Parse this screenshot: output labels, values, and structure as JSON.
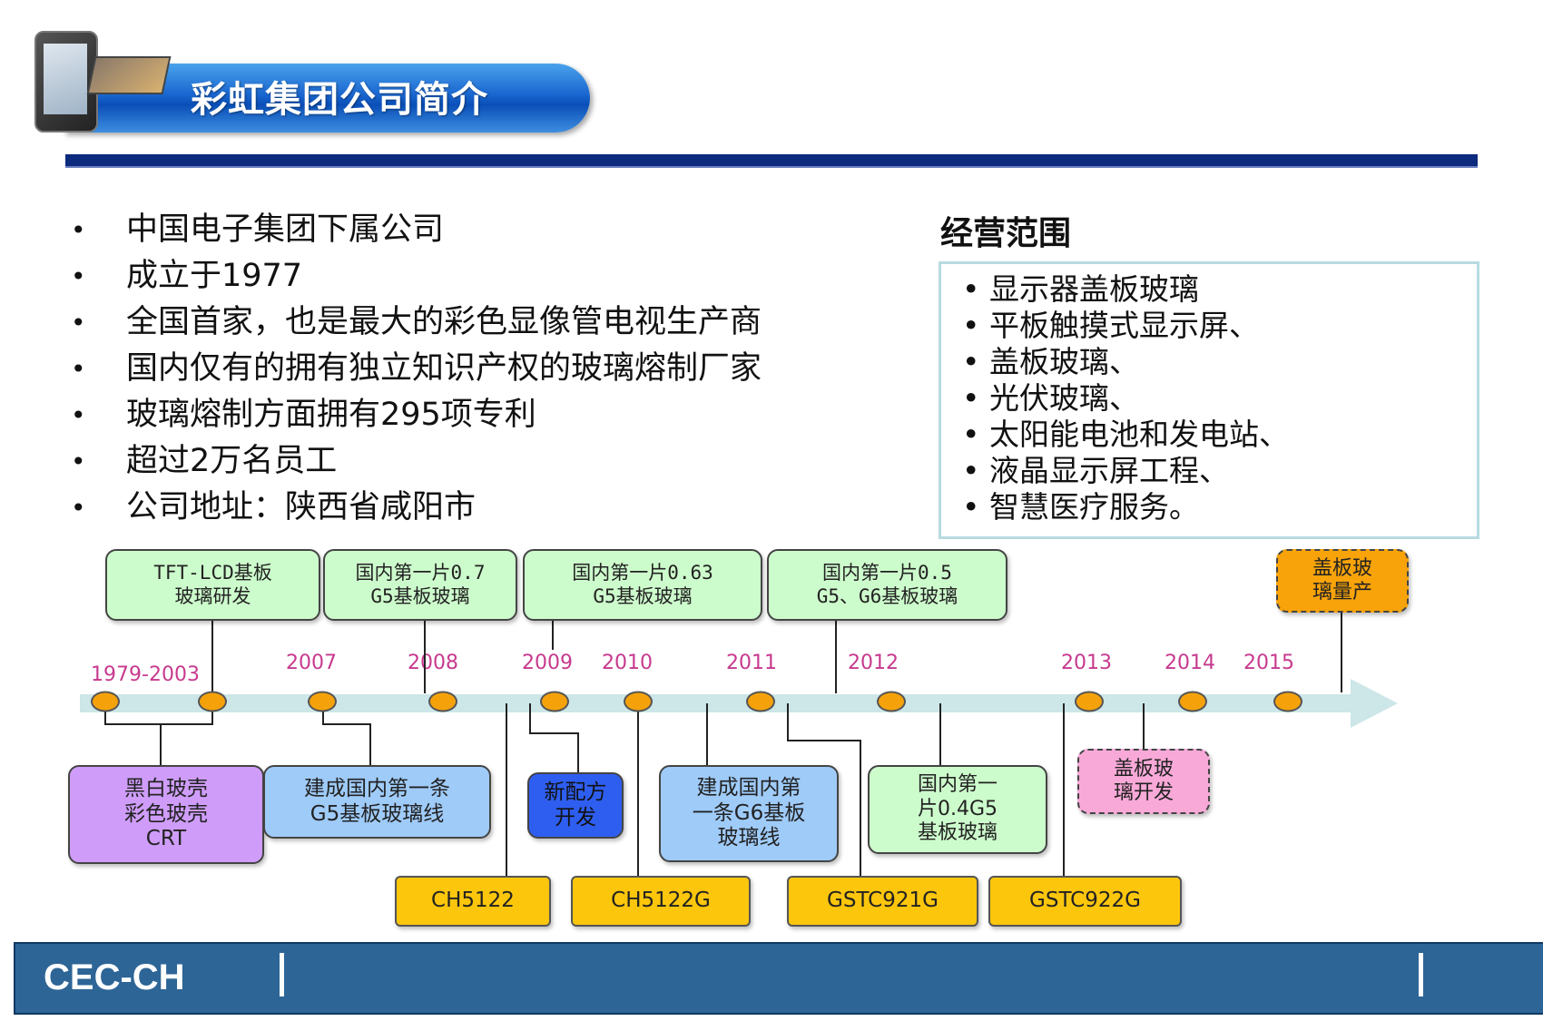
{
  "header": {
    "title": "彩虹集团公司简介"
  },
  "facts": [
    "中国电子集团下属公司",
    "成立于1977",
    "全国首家，也是最大的彩色显像管电视生产商",
    "国内仅有的拥有独立知识产权的玻璃熔制厂家",
    "玻璃熔制方面拥有295项专利",
    "超过2万名员工",
    "公司地址：陕西省咸阳市"
  ],
  "bullet_glyph": "•",
  "scope": {
    "title": "经营范围",
    "items": [
      "• 显示器盖板玻璃",
      "• 平板触摸式显示屏、",
      "•  盖板玻璃、",
      "•  光伏玻璃、",
      "•  太阳能电池和发电站、",
      "•  液晶显示屏工程、",
      "•  智慧医疗服务。"
    ]
  },
  "timeline": {
    "years": [
      "1979-2003",
      "2007",
      "2008",
      "2009",
      "2010",
      "2011",
      "2012",
      "2013",
      "2014",
      "2015"
    ],
    "above": [
      {
        "l1": "TFT-LCD基板",
        "l2": "玻璃研发"
      },
      {
        "l1": "国内第一片0.7",
        "l2": "G5基板玻璃"
      },
      {
        "l1": "国内第一片0.63",
        "l2": "G5基板玻璃"
      },
      {
        "l1": "国内第一片0.5",
        "l2": "G5、G6基板玻璃"
      },
      {
        "l1": "盖板玻",
        "l2": "璃量产"
      }
    ],
    "below": [
      {
        "l1": "黑白玻壳",
        "l2": "彩色玻壳",
        "l3": "CRT"
      },
      {
        "l1": "建成国内第一条",
        "l2": "G5基板玻璃线"
      },
      {
        "l1": "新配方",
        "l2": "开发"
      },
      {
        "l1": "建成国内第",
        "l2": "一条G6基板",
        "l3": "玻璃线"
      },
      {
        "l1": "国内第一",
        "l2": "片0.4G5",
        "l3": "基板玻璃"
      },
      {
        "l1": "盖板玻",
        "l2": "璃开发"
      }
    ],
    "products": [
      "CH5122",
      "CH5122G",
      "GSTC921G",
      "GSTC922G"
    ]
  },
  "footer": {
    "label": "CEC-CH"
  },
  "colors": {
    "banner": "#1a66d0",
    "rule": "#0c2b7e",
    "axis": "#cde6e8",
    "node": "#f5a20a",
    "year_text": "#c73a8e",
    "green_box": "#cdfccc",
    "purple_box": "#cf9df9",
    "light_blue_box": "#9fcbf9",
    "dark_blue_box": "#2e5ef0",
    "pink_box": "#f8a9d8",
    "orange_box": "#f8a30a",
    "gold_box": "#fcc60c",
    "footer": "#2d6596"
  }
}
